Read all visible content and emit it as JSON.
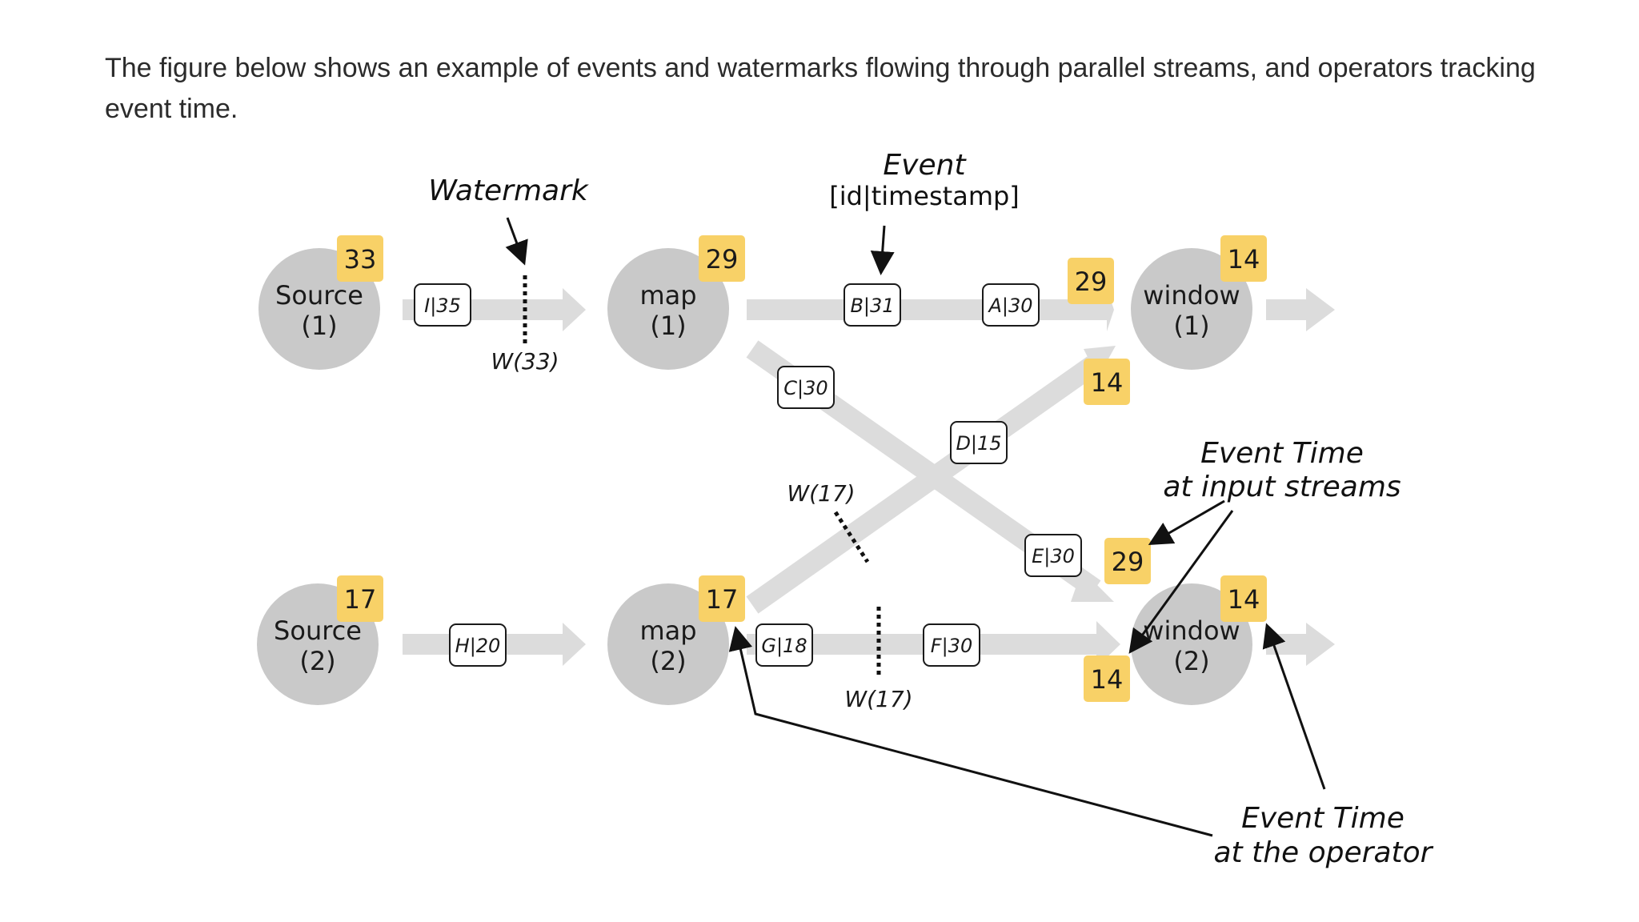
{
  "intro_text": "The figure below shows an example of events and watermarks flowing through parallel streams, and operators tracking event time.",
  "colors": {
    "node_fill": "#c9c9c9",
    "badge_fill": "#f8d167",
    "stream_fill": "#dcdcdc",
    "event_border": "#1a1a1a"
  },
  "nodes": [
    {
      "id": "source1",
      "line1": "Source",
      "line2": "(1)",
      "badge": "33"
    },
    {
      "id": "source2",
      "line1": "Source",
      "line2": "(2)",
      "badge": "17"
    },
    {
      "id": "map1",
      "line1": "map",
      "line2": "(1)",
      "badge": "29"
    },
    {
      "id": "map2",
      "line1": "map",
      "line2": "(2)",
      "badge": "17"
    },
    {
      "id": "window1",
      "line1": "window",
      "line2": "(1)",
      "badge": "14"
    },
    {
      "id": "window2",
      "line1": "window",
      "line2": "(2)",
      "badge": "14"
    }
  ],
  "input_badges": {
    "window1_top": "29",
    "window1_cross": "14",
    "window2_cross": "29",
    "window2_bottom": "14"
  },
  "events": [
    "I|35",
    "B|31",
    "A|30",
    "C|30",
    "D|15",
    "E|30",
    "H|20",
    "G|18",
    "F|30"
  ],
  "watermarks": [
    "W(33)",
    "W(17)",
    "W(17)"
  ],
  "annotations": {
    "watermark": "Watermark",
    "event_title": "Event",
    "event_sub": "[id|timestamp]",
    "input_line1": "Event Time",
    "input_line2": "at input streams",
    "operator_line1": "Event Time",
    "operator_line2": "at the operator"
  }
}
